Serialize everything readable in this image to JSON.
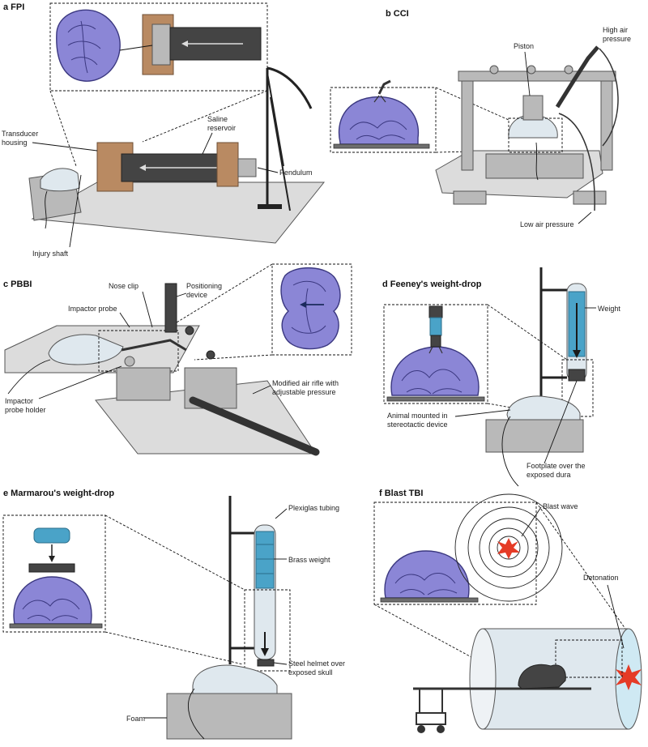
{
  "panels": {
    "a": {
      "title": "a FPI",
      "labels": [
        "Transducer housing",
        "Saline reservoir",
        "Pendulum",
        "Injury shaft"
      ]
    },
    "b": {
      "title": "b CCI",
      "labels": [
        "Piston",
        "High air pressure",
        "Low air pressure"
      ]
    },
    "c": {
      "title": "c PBBI",
      "labels": [
        "Nose clip",
        "Positioning device",
        "Impactor probe",
        "Impactor probe holder",
        "Modified air rifle with adjustable pressure"
      ]
    },
    "d": {
      "title": "d Feeney's weight-drop",
      "labels": [
        "Weight",
        "Animal mounted in stereotactic device",
        "Footplate over the exposed dura"
      ]
    },
    "e": {
      "title": "e Marmarou's weight-drop",
      "labels": [
        "Plexiglas tubing",
        "Brass weight",
        "Steel helmet over exposed skull",
        "Foam"
      ]
    },
    "f": {
      "title": "f Blast TBI",
      "labels": [
        "Blast wave",
        "Detonation"
      ]
    }
  },
  "colors": {
    "brain": "#8b86d6",
    "brain_outline": "#3b3880",
    "tube_blue": "#4aa3c8",
    "wood": "#b98a62",
    "blast": "#e53b26"
  }
}
